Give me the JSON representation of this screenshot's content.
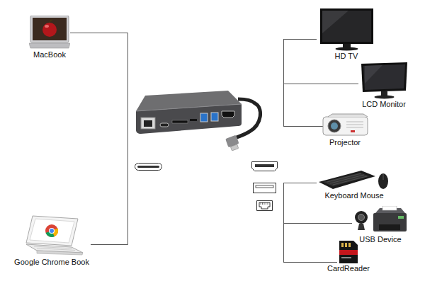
{
  "diagram": {
    "nodes": [
      {
        "text": [
          "MacBook"
        ]
      },
      {
        "text": [
          "Google Chrome Book"
        ]
      },
      {
        "text": [
          "HD TV"
        ]
      },
      {
        "text": [
          "LCD Monitor"
        ]
      },
      {
        "text": [
          "Projector"
        ]
      },
      {
        "text": [
          "Keyboard Mouse"
        ]
      },
      {
        "text": [
          "USB Device"
        ]
      },
      {
        "text": [
          "CardReader"
        ]
      }
    ],
    "edges": [
      {
        "from": 0,
        "to": 1,
        "arrow": "none"
      }
    ]
  }
}
